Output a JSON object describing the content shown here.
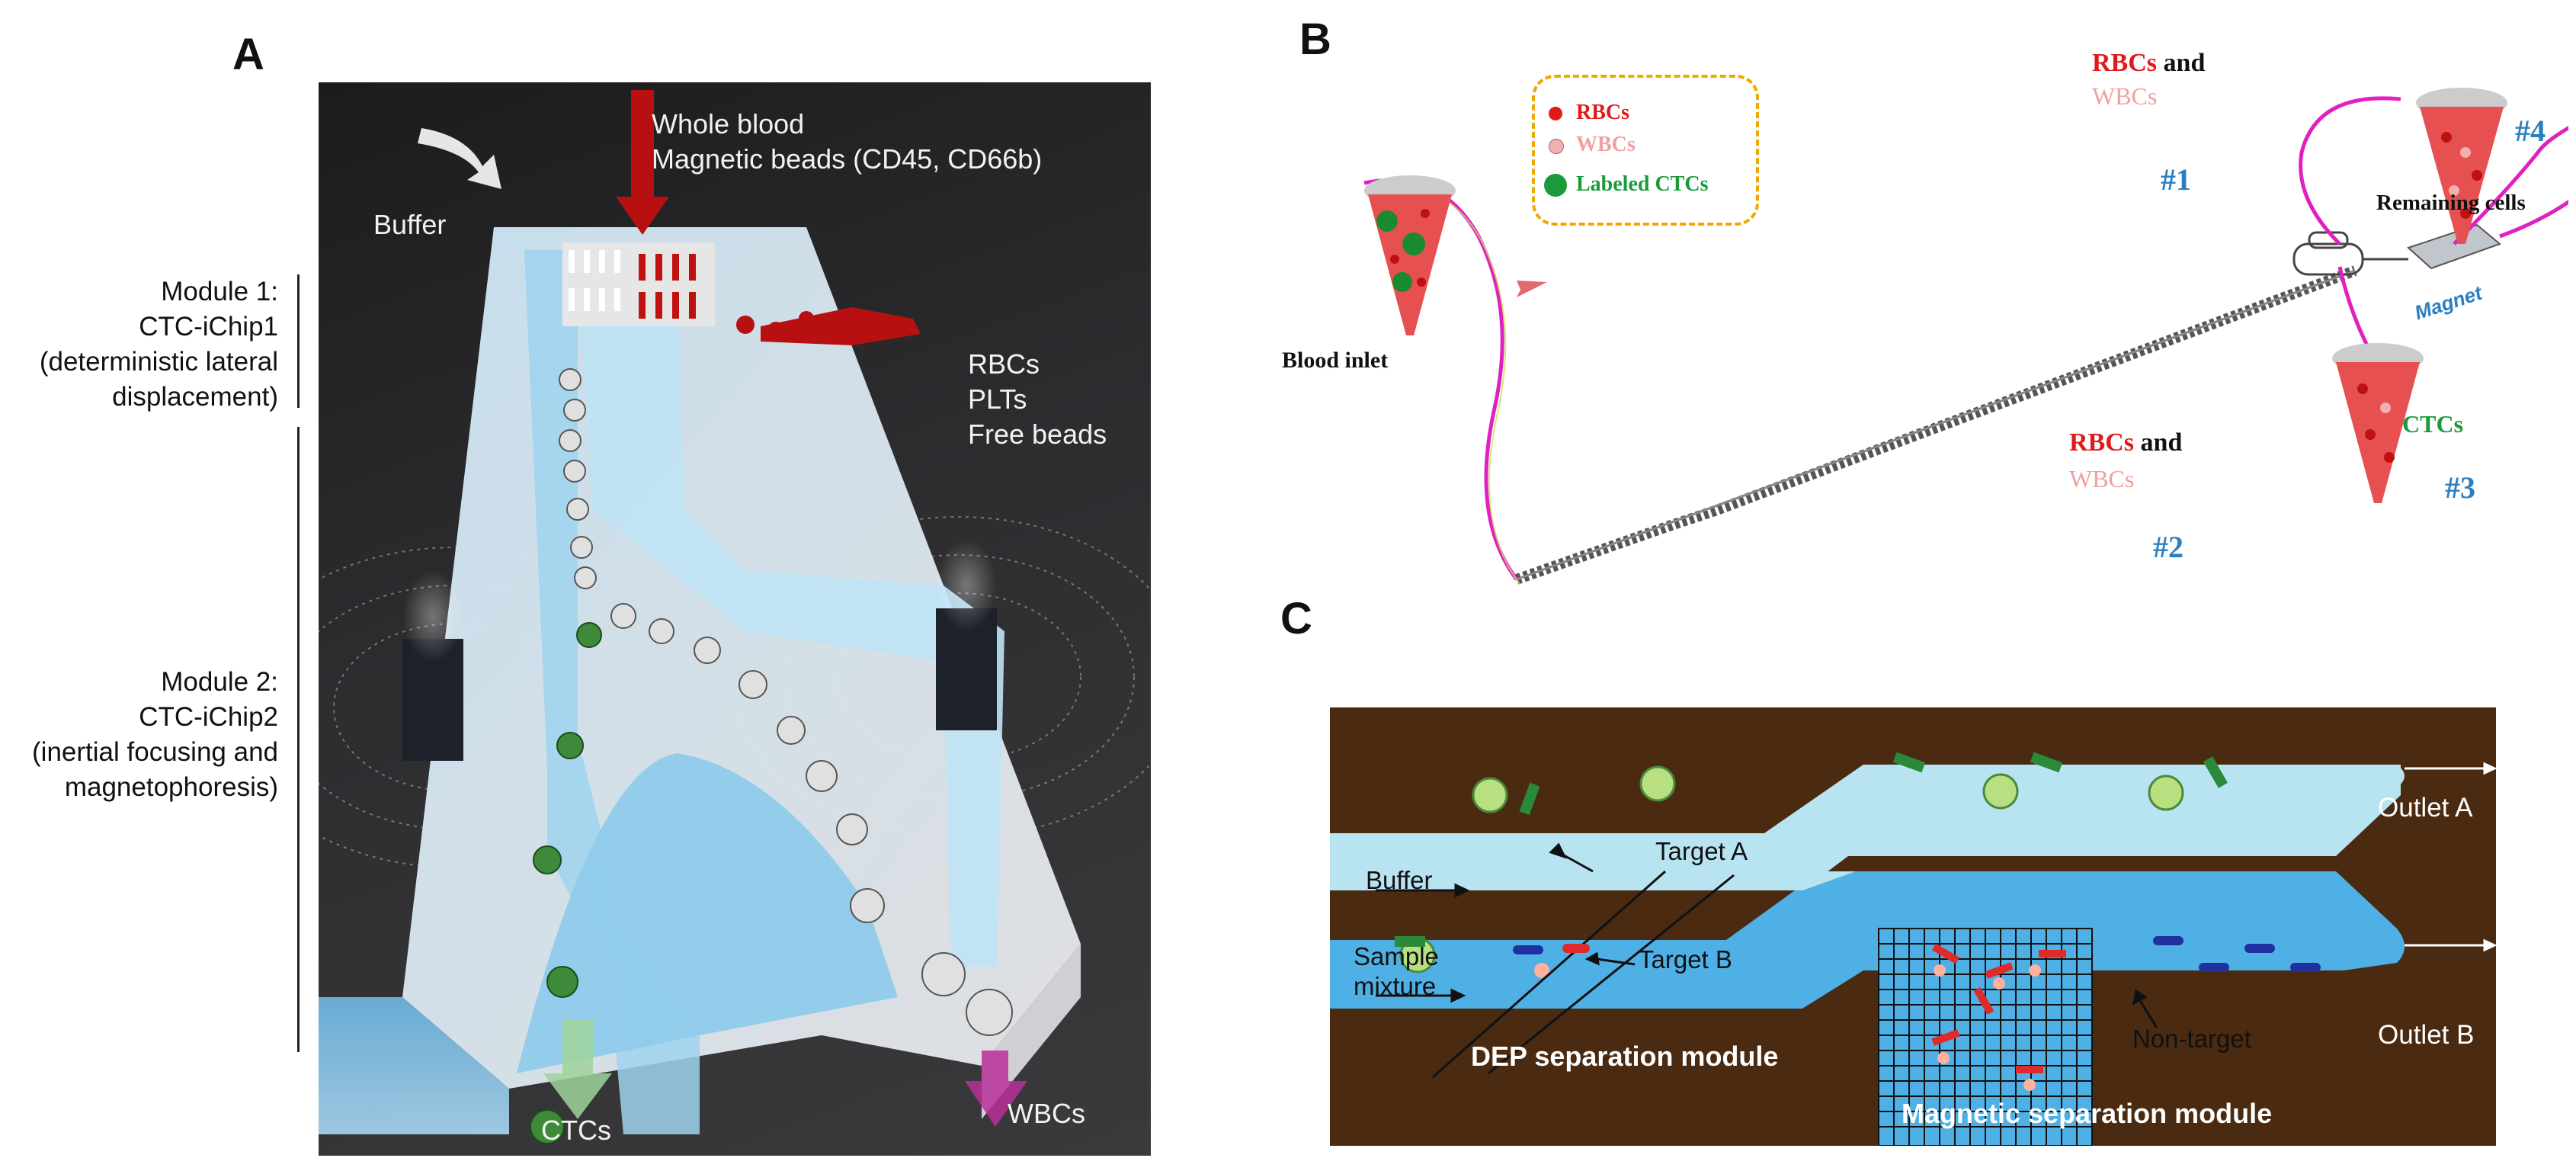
{
  "panels": {
    "a": {
      "letter": "A",
      "whole_blood": "Whole blood",
      "magnetic_beads": "Magnetic beads (CD45, CD66b)",
      "buffer": "Buffer",
      "rbcs": "RBCs",
      "plts": "PLTs",
      "free_beads": "Free beads",
      "ctcs": "CTCs",
      "wbcs": "WBCs",
      "module1": [
        "Module 1:",
        "CTC-iChip1",
        "(deterministic lateral",
        "displacement)"
      ],
      "module2": [
        "Module 2:",
        "CTC-iChip2",
        "(inertial focusing and",
        "magnetophoresis)"
      ]
    },
    "b": {
      "letter": "B",
      "legend_rbcs": "RBCs",
      "legend_wbcs": "WBCs",
      "legend_ctcs": "Labeled CTCs",
      "blood_inlet": "Blood inlet",
      "rbcs_and_1": "RBCs",
      "and_1": "and",
      "wbcs_1": "WBCs",
      "num1": "#1",
      "rbcs_and_2": "RBCs",
      "and_2": "and",
      "wbcs_2": "WBCs",
      "num2": "#2",
      "ctcs": "CTCs",
      "num3": "#3",
      "num4": "#4",
      "remaining_cells": "Remaining cells",
      "magnet": "Magnet"
    },
    "c": {
      "letter": "C",
      "buffer": "Buffer",
      "sample": "Sample",
      "mixture": "mixture",
      "target_a": "Target A",
      "target_b": "Target B",
      "non_target": "Non-target",
      "outlet_a": "Outlet A",
      "outlet_b": "Outlet B",
      "dep_module": "DEP separation module",
      "mag_module": "Magnetic separation module"
    }
  },
  "colors": {
    "rbc": "#e01a1a",
    "wbc": "#f0a0a0",
    "ctc": "#1a9a3a",
    "channel_light": "#b8e4f2",
    "channel_dark": "#3aa8e0",
    "brown": "#4a2a10",
    "magenta": "#e020c0"
  }
}
